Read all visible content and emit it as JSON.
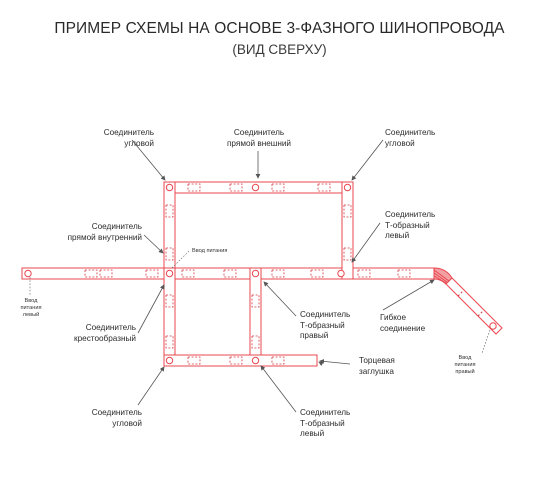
{
  "title": "ПРИМЕР СХЕМЫ НА ОСНОВЕ 3-ФАЗНОГО ШИНОПРОВОДА",
  "subtitle": "(ВИД СВЕРХУ)",
  "labels": {
    "corner_top_left": [
      "Соединитель",
      "угловой"
    ],
    "straight_outer": [
      "Соединитель",
      "прямой внешний"
    ],
    "corner_top_right": [
      "Соединитель",
      "угловой"
    ],
    "straight_inner": [
      "Соединитель",
      "прямой внутренний"
    ],
    "power_input": "Ввод питания",
    "t_left_top_right": [
      "Соединитель",
      "Т-образный",
      "левый"
    ],
    "input_left": [
      "Ввод",
      "питания",
      "левый"
    ],
    "cross": [
      "Соединитель",
      "крестообразный"
    ],
    "t_right_center": [
      "Соединитель",
      "Т-образный",
      "правый"
    ],
    "flexible": [
      "Гибкое",
      "соединение"
    ],
    "input_right": [
      "Ввод",
      "питания",
      "правый"
    ],
    "end_cap": [
      "Торцевая",
      "заглушка"
    ],
    "corner_bottom_left": [
      "Соединитель",
      "угловой"
    ],
    "t_left_bottom": [
      "Соединитель",
      "Т-образный",
      "левый"
    ]
  },
  "colors": {
    "rail": "#e8474f",
    "leader": "#555555",
    "dash": "#d43a42"
  }
}
